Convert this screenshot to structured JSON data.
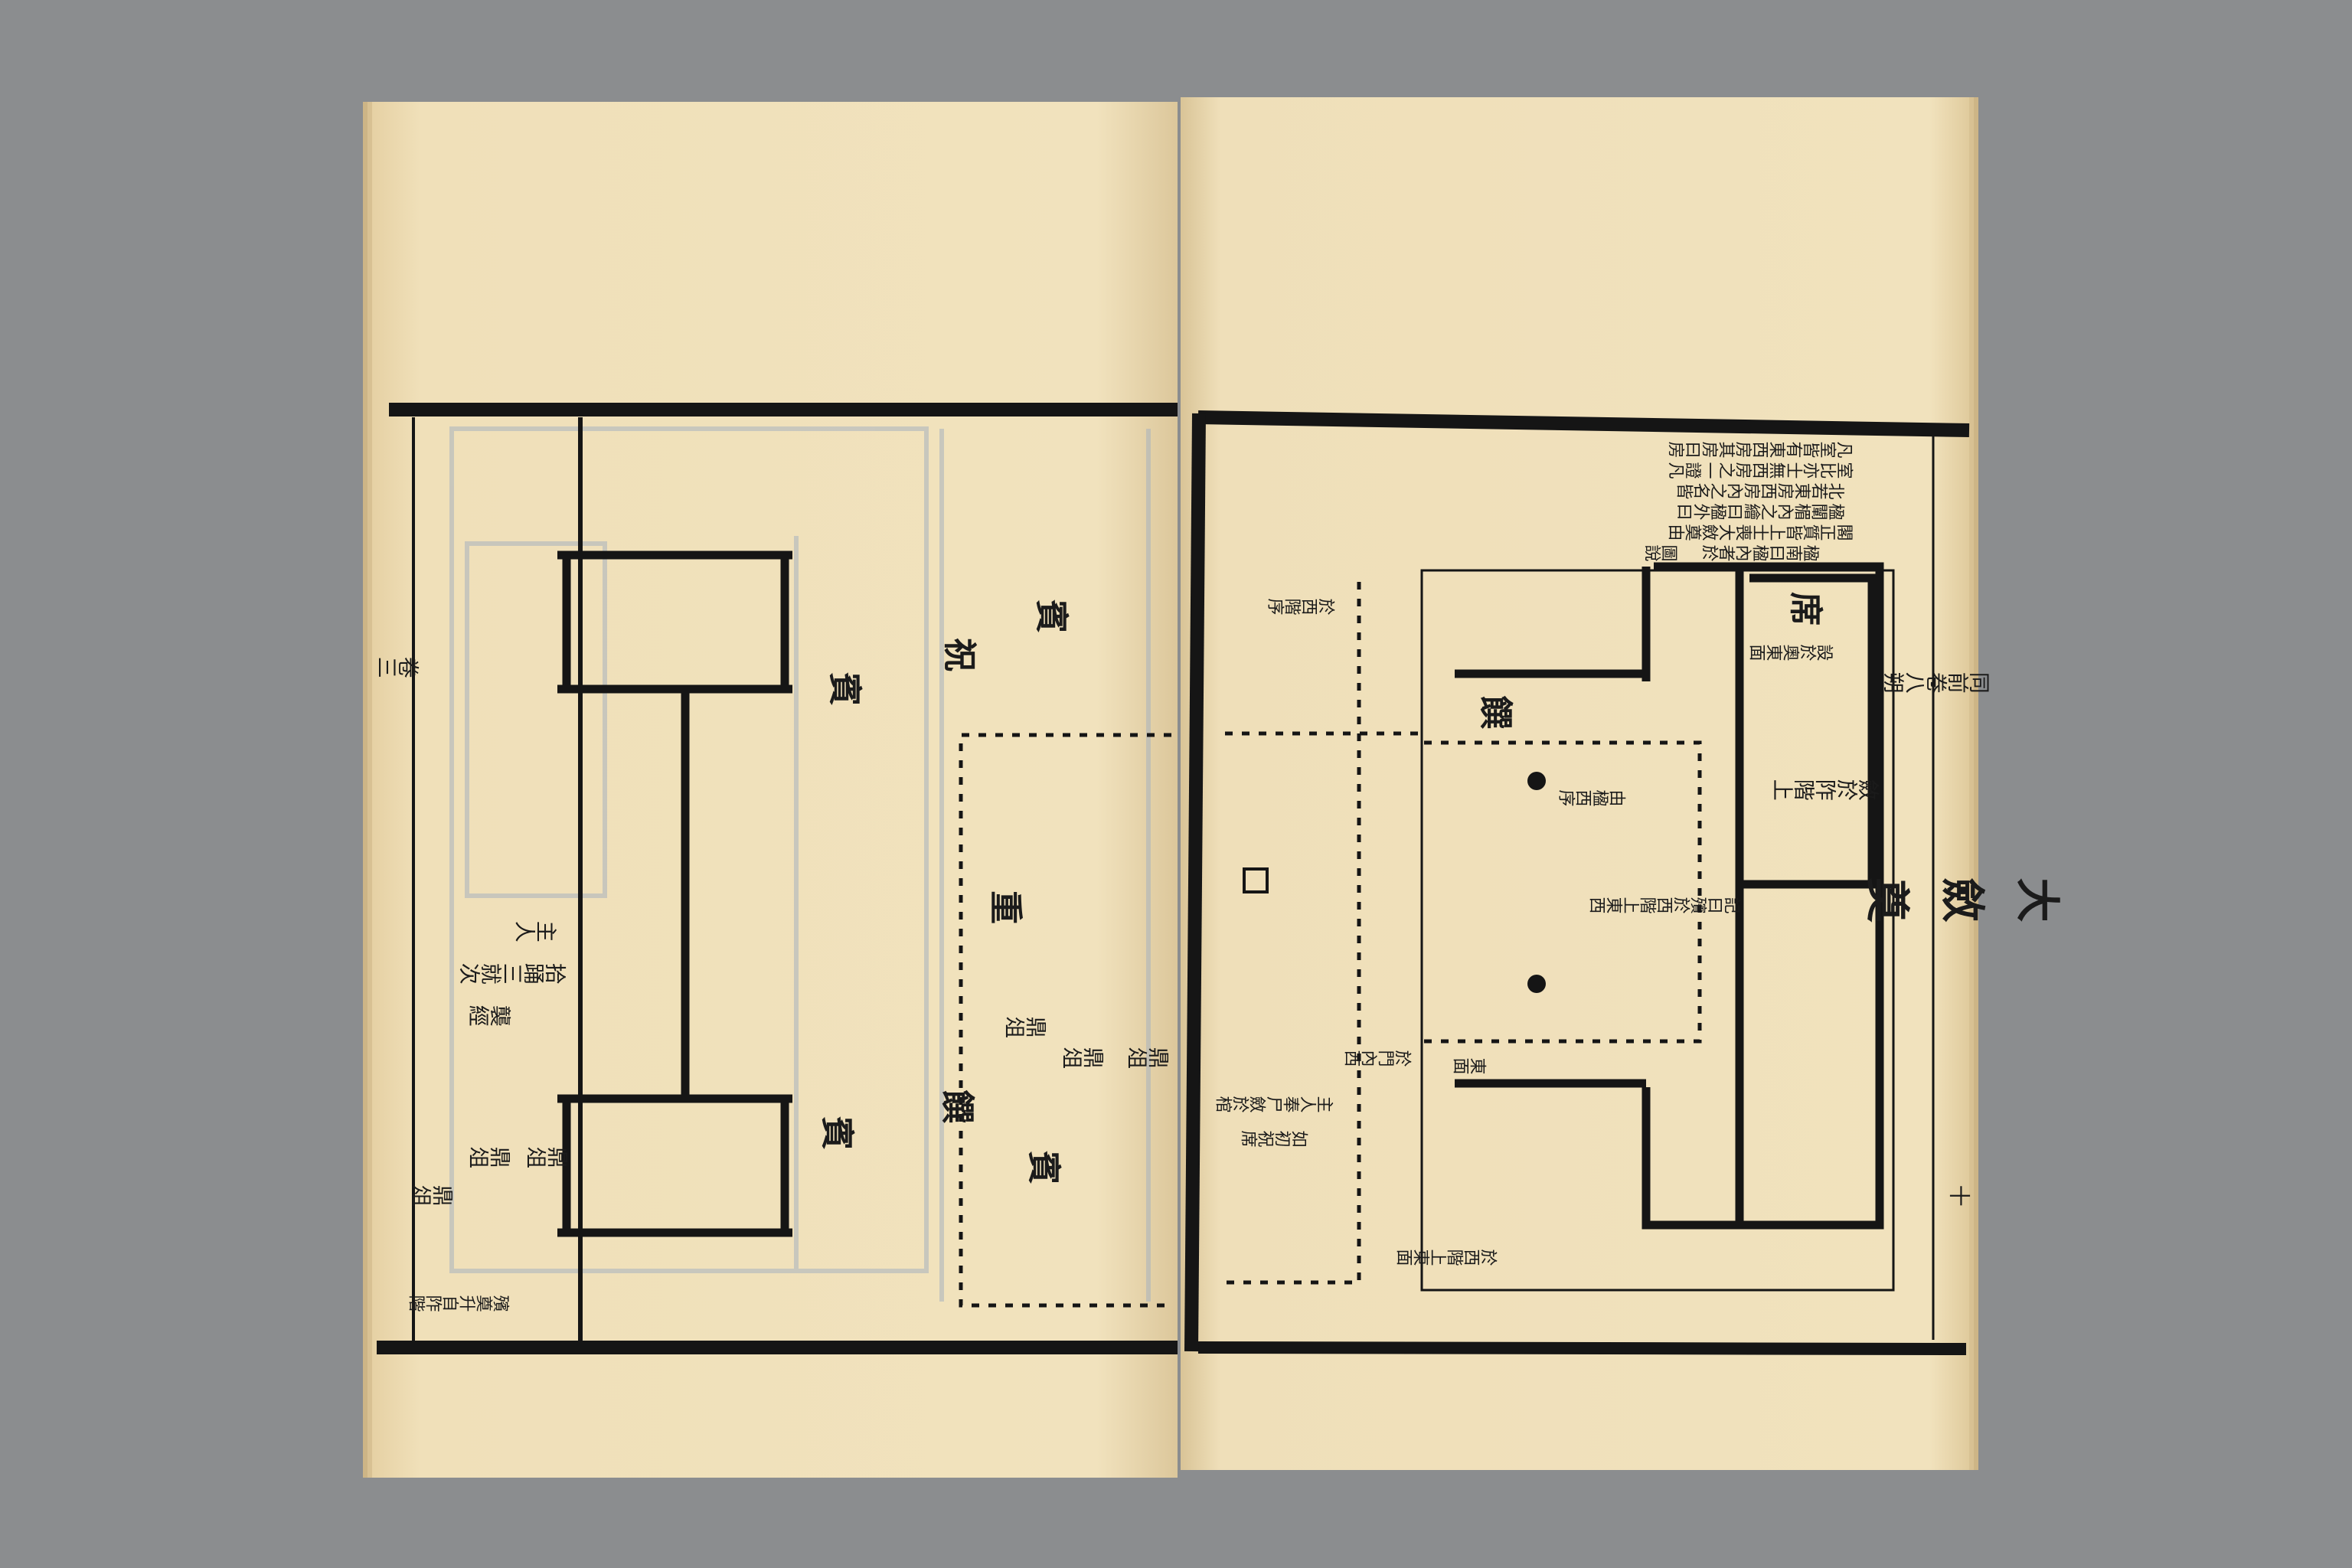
{
  "book": {
    "title": "大斂奠",
    "header": "同前卷八朔",
    "left_margin_label": "卷三",
    "right_margin_mark": "十"
  },
  "right_page": {
    "note_columns": [
      "凡室皆有東西房其房曰房",
      "室比亦士無西房之一證凡",
      "北若東房西房內之名皆",
      "楹闡楣內之繪曰楹外曰",
      "閣正質皆上士喪大斂奠由",
      "楹南曰楹內者於"
    ],
    "note_tail": "圖說",
    "labels": {
      "mat": "席",
      "mat_note": "設於奧東面",
      "dish": "饌",
      "west_note": "於西階序",
      "corpse_area": "斂於阼階上",
      "coffin_note": "記曰殯於西階上東西",
      "inner_note": "由楹西序",
      "east_note": "東面",
      "lower_note1": "主人奉尸斂於棺",
      "lower_note2": "如初祝席",
      "door_note": "於門內西",
      "bottom_note": "於西階上東面"
    }
  },
  "left_page": {
    "labels": {
      "guest_top": "賓",
      "guest_mid": "賓",
      "guest_low": "賓",
      "guest_lower_right": "賓",
      "invoker": "祝",
      "weight": "重",
      "offering": "饌",
      "chief_mourner": "主人",
      "mourner_note": "拾踊三就次",
      "chief_note2": "襲經",
      "tripod1": "鼎俎",
      "tripod2": "鼎俎",
      "tripod3": "鼎俎",
      "tripod_r1": "鼎俎",
      "tripod_r2": "鼎俎",
      "tripod_r3": "鼎俎",
      "bottom_note": "殯奠升自阼階"
    }
  }
}
